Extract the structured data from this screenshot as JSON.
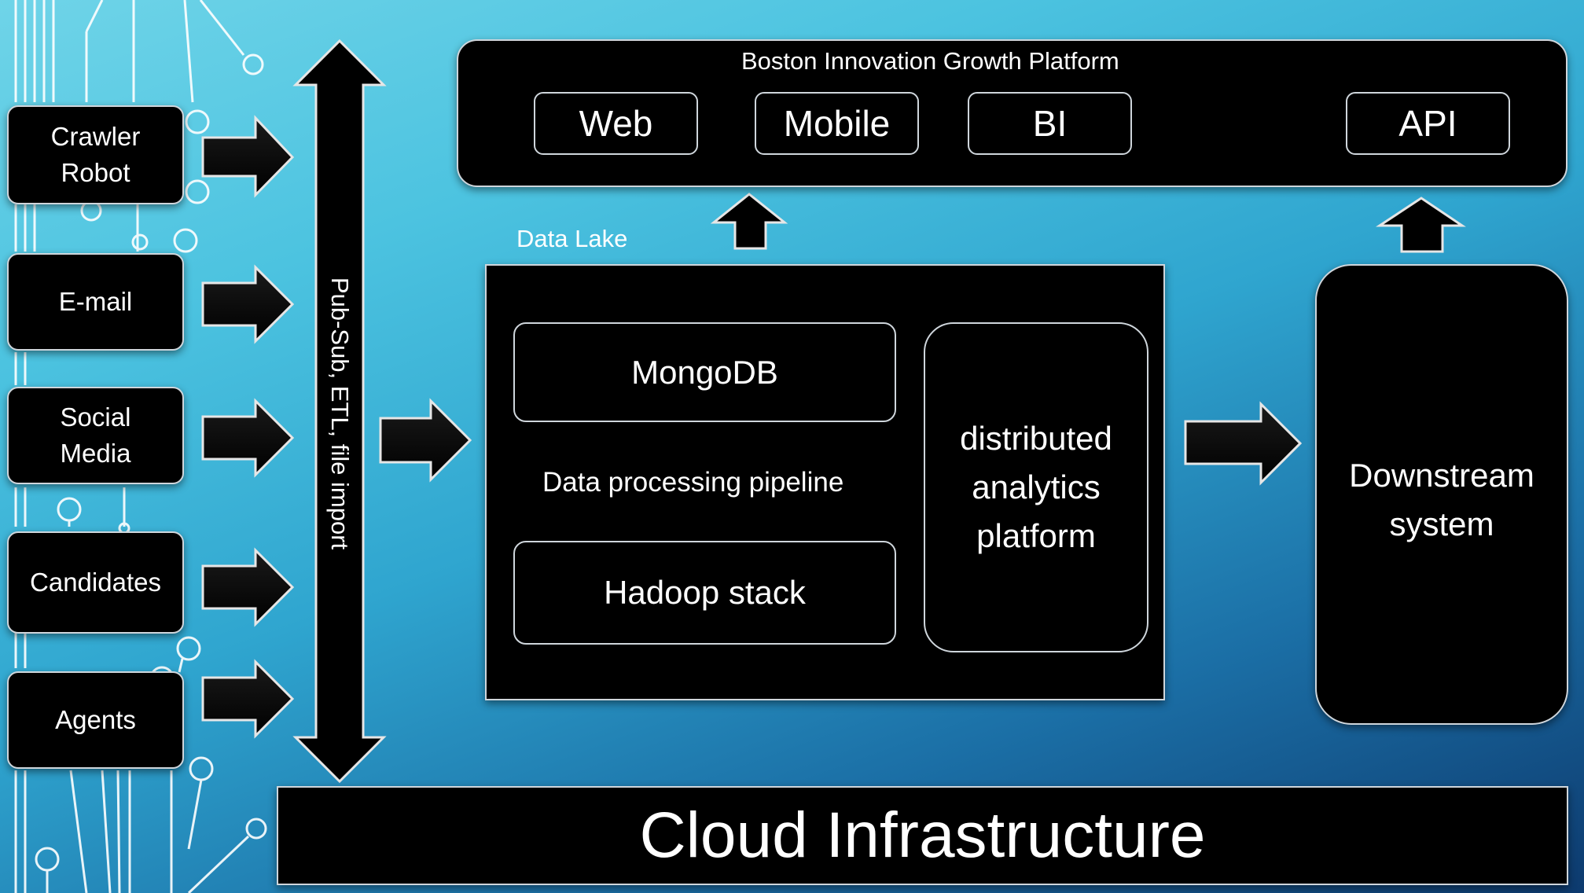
{
  "sources": [
    "Crawler Robot",
    "E-mail",
    "Social Media",
    "Candidates",
    "Agents"
  ],
  "bus_label": "Pub-Sub, ETL, file import",
  "platform": {
    "title": "Boston Innovation Growth Platform",
    "buttons": [
      "Web",
      "Mobile",
      "BI",
      "API"
    ]
  },
  "data_lake": {
    "label": "Data Lake",
    "mongodb": "MongoDB",
    "pipeline": "Data processing pipeline",
    "hadoop": "Hadoop stack",
    "analytics": "distributed analytics platform"
  },
  "downstream": "Downstream system",
  "cloud": "Cloud Infrastructure"
}
